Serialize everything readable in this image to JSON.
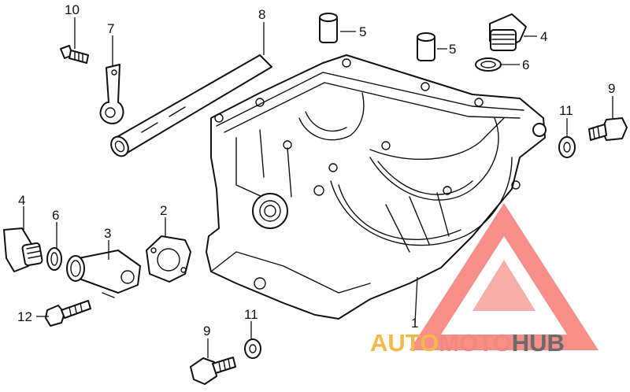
{
  "parts": [
    {
      "id": "part-1",
      "number": "1"
    },
    {
      "id": "part-2",
      "number": "2"
    },
    {
      "id": "part-3",
      "number": "3"
    },
    {
      "id": "part-4-left",
      "number": "4"
    },
    {
      "id": "part-4-right",
      "number": "4"
    },
    {
      "id": "part-5-a",
      "number": "5"
    },
    {
      "id": "part-5-b",
      "number": "5"
    },
    {
      "id": "part-6-left",
      "number": "6"
    },
    {
      "id": "part-6-right",
      "number": "6"
    },
    {
      "id": "part-7",
      "number": "7"
    },
    {
      "id": "part-8",
      "number": "8"
    },
    {
      "id": "part-9-right",
      "number": "9"
    },
    {
      "id": "part-9-bottom",
      "number": "9"
    },
    {
      "id": "part-10",
      "number": "10"
    },
    {
      "id": "part-11-right",
      "number": "11"
    },
    {
      "id": "part-11-bottom",
      "number": "11"
    },
    {
      "id": "part-12",
      "number": "12"
    }
  ],
  "watermark": {
    "word_auto": "AUTO",
    "word_moto": "MOTO",
    "word_hub": "HUB",
    "color_auto": "#f5b94a",
    "color_moto": "#f08a80",
    "color_hub": "#6b6b6b",
    "triangle_color": "#ef4a3c"
  }
}
